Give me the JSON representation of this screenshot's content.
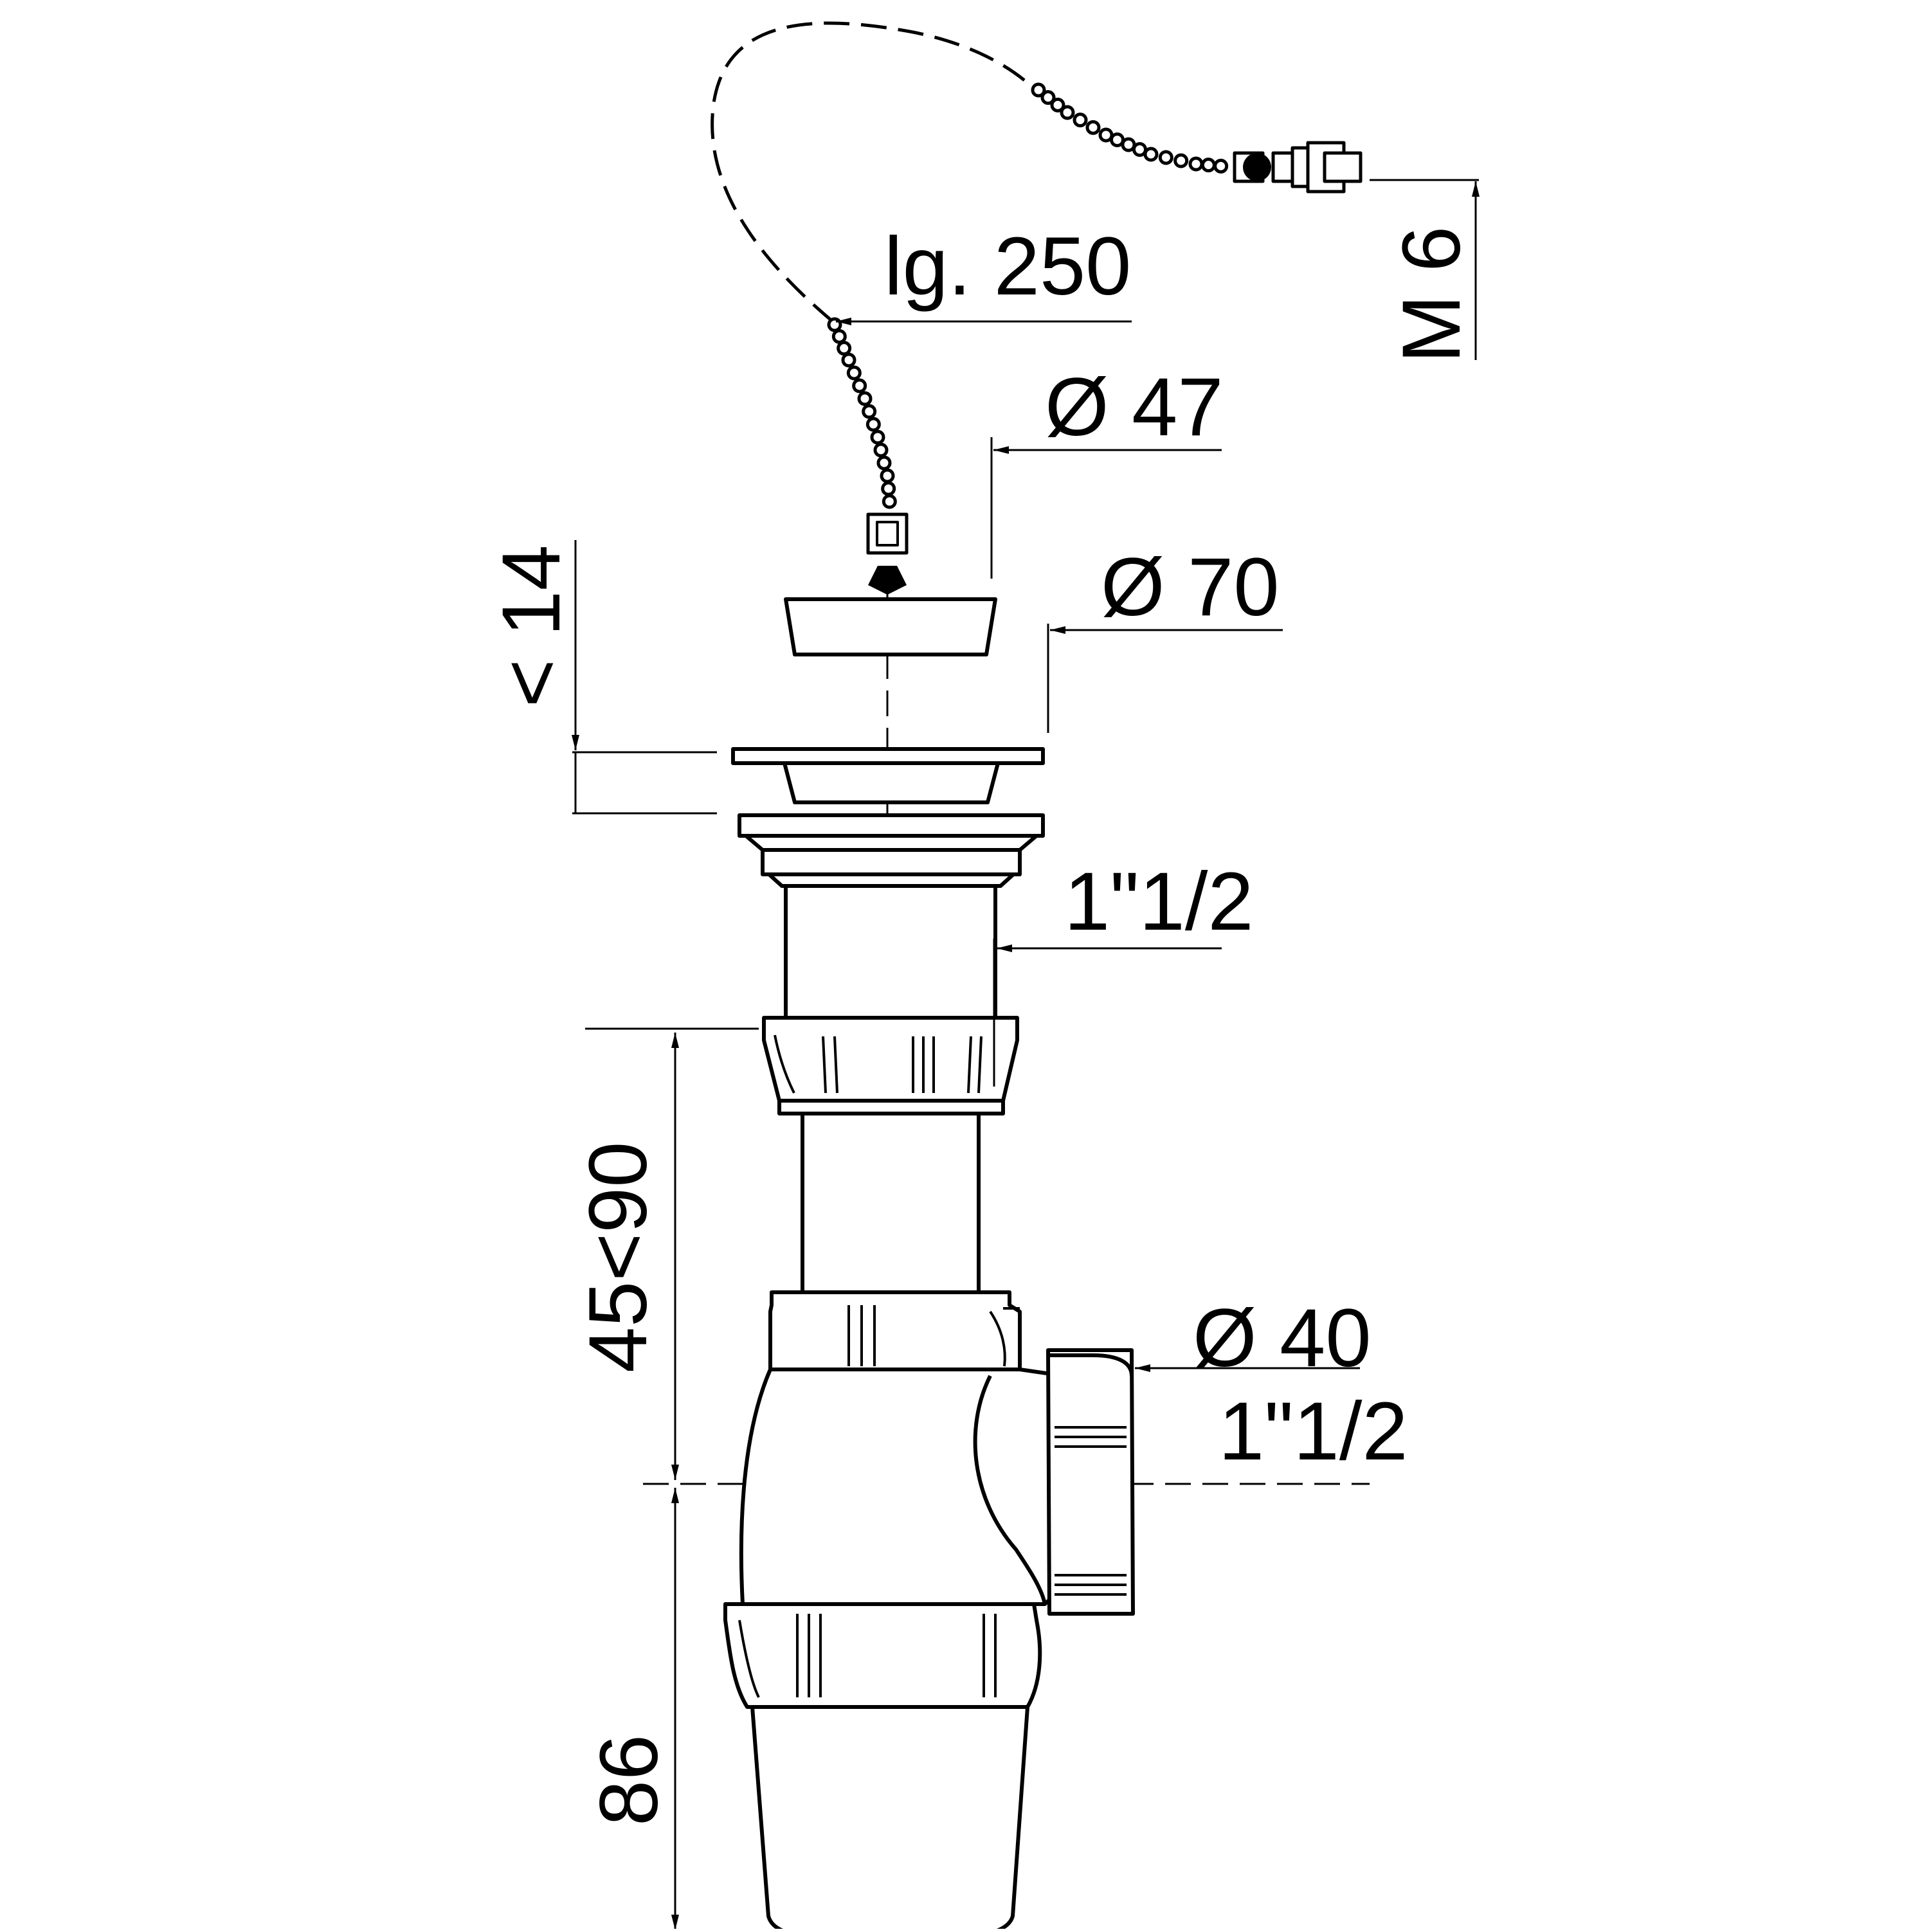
{
  "labels": {
    "chain_length": "lg. 250",
    "thread_size": "M 6",
    "plug_diameter": "Ø 47",
    "grate_diameter": "Ø 70",
    "adjust_height": "< 14",
    "top_thread": "1\"1/2",
    "height_range": "45<90",
    "outlet_diameter": "Ø 40",
    "outlet_thread": "1\"1/2",
    "base_height": "86"
  }
}
